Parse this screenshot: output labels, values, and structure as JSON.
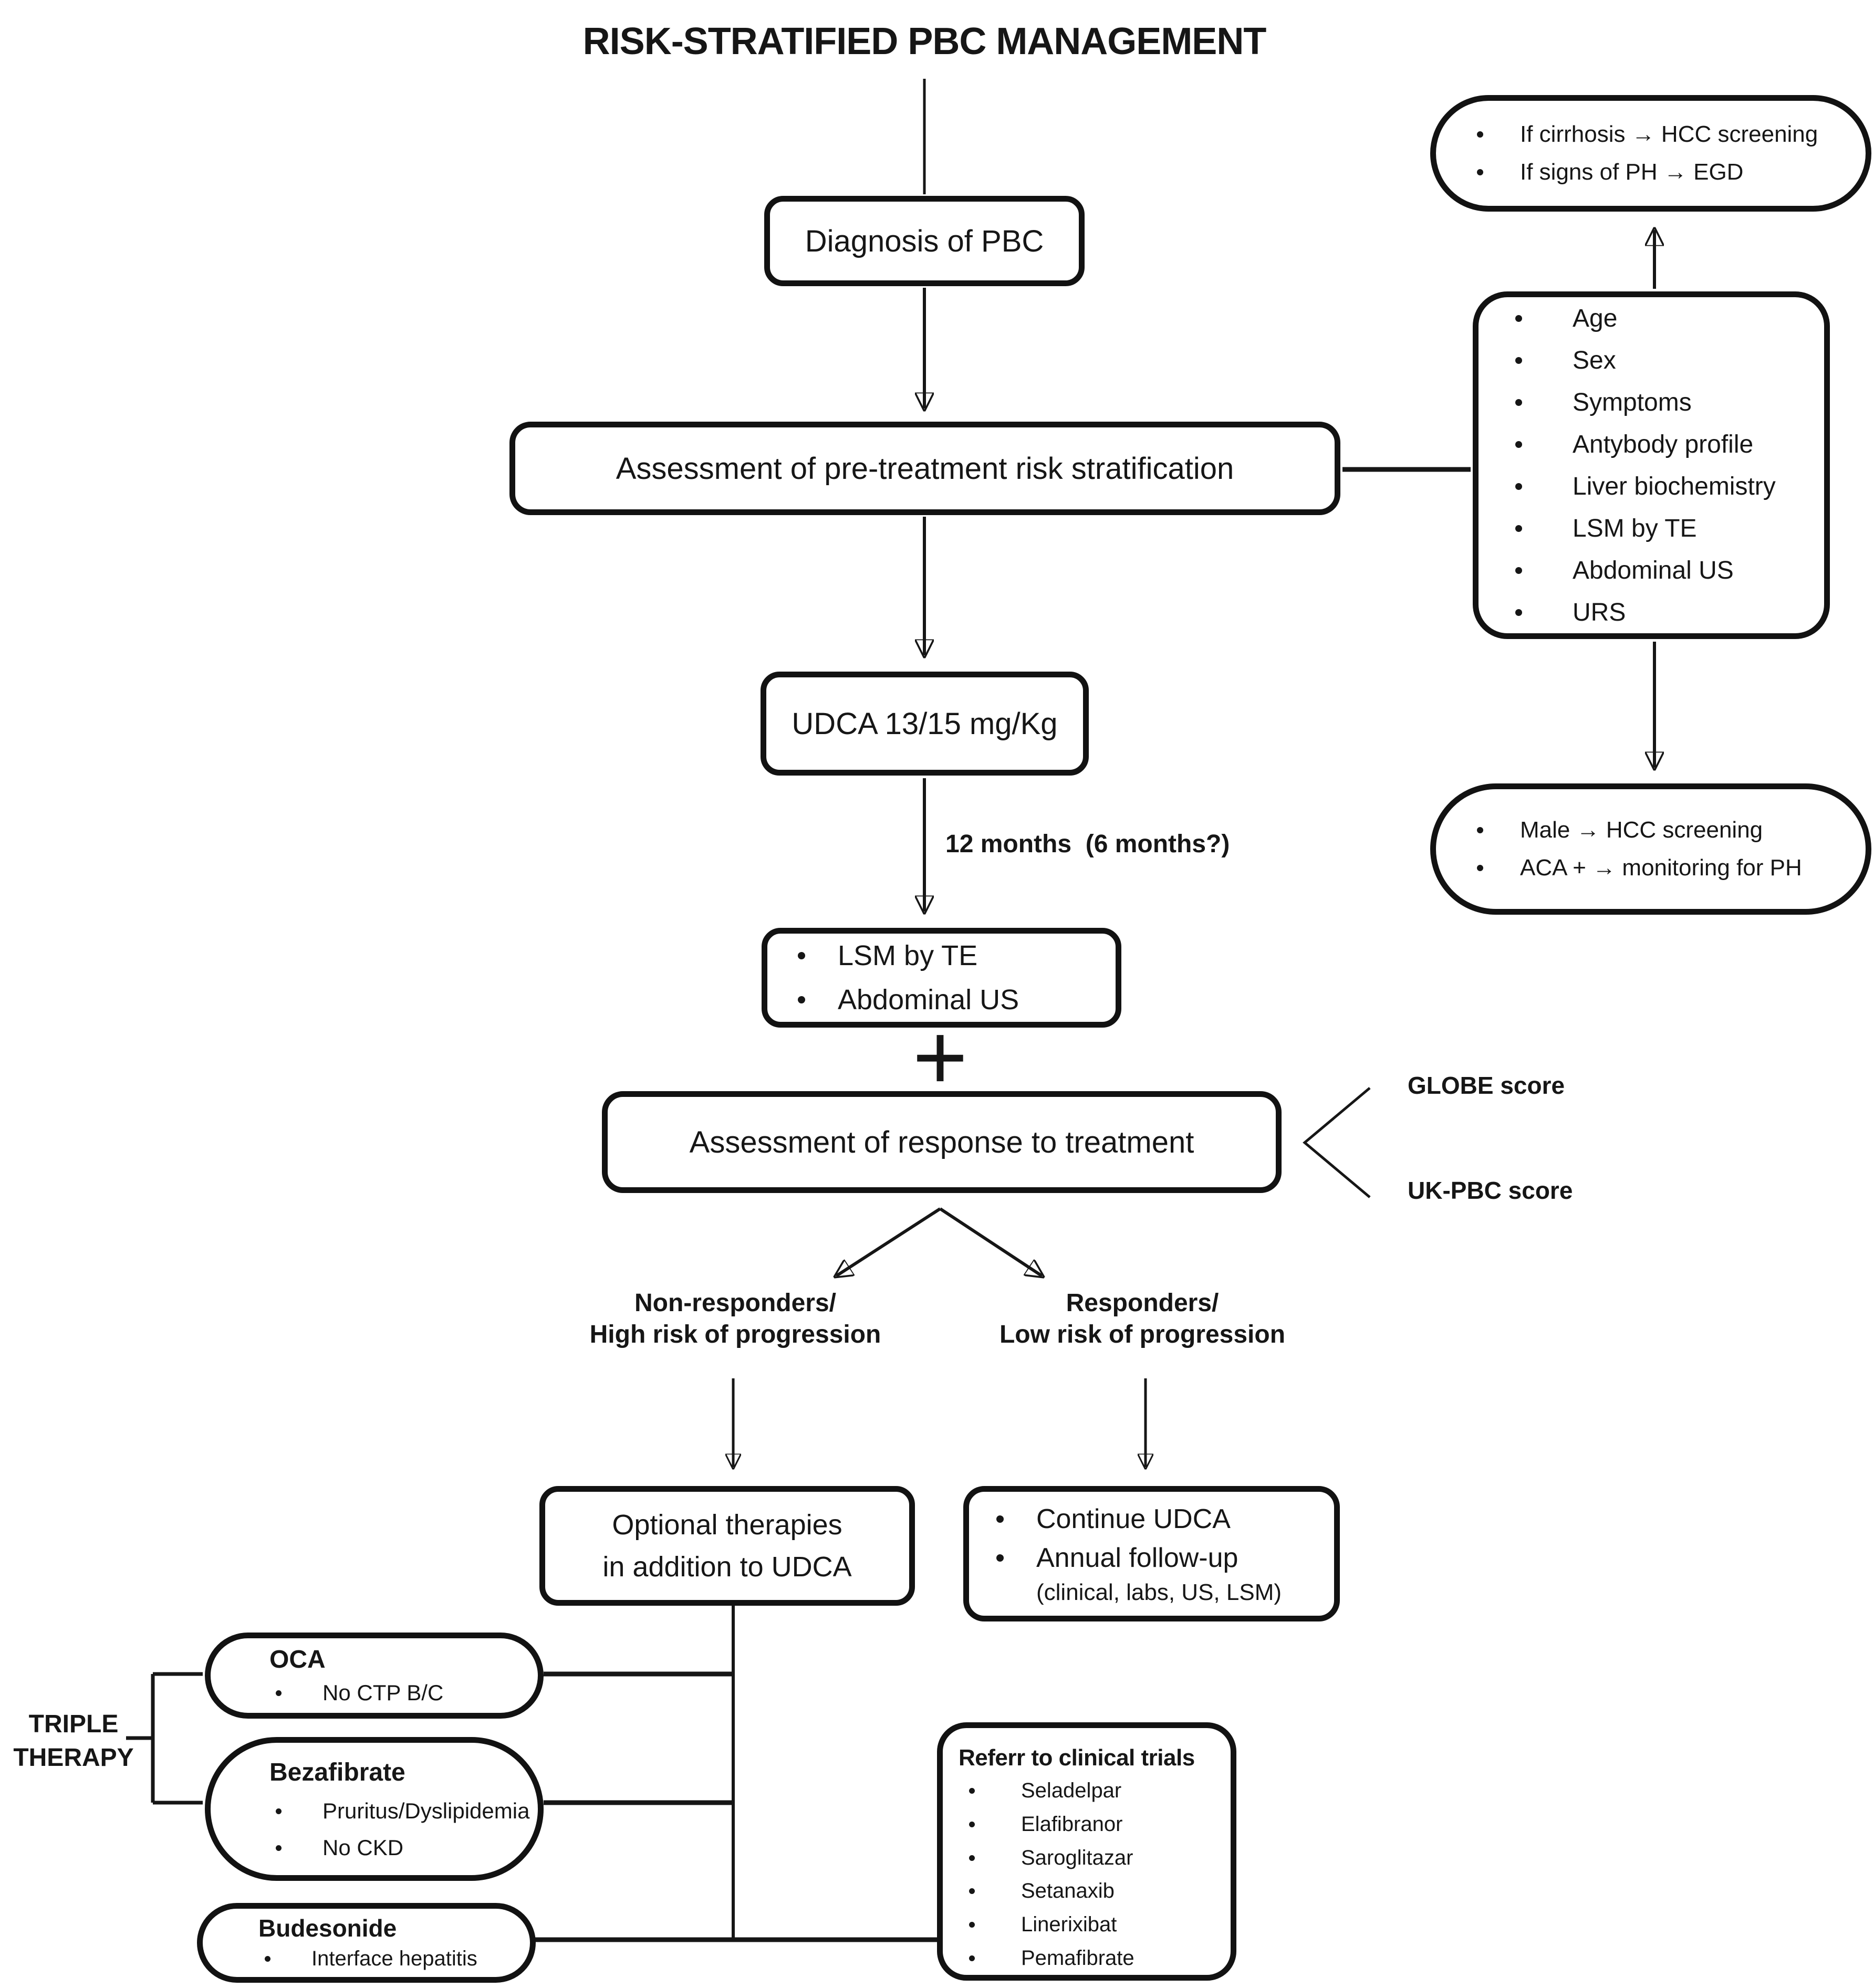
{
  "title": "RISK-STRATIFIED PBC MANAGEMENT",
  "flow": {
    "diagnosis": "Diagnosis of PBC",
    "pretreatment_assessment": "Assessment of pre-treatment risk stratification",
    "udca": "UDCA 13/15 mg/Kg",
    "interval": "12 months  (6 months?)",
    "monitoring_items": [
      "LSM by TE",
      "Abdominal US"
    ],
    "plus": "+",
    "response_assessment": "Assessment of response to treatment",
    "scores": {
      "globe": "GLOBE score",
      "ukpbc": "UK-PBC score"
    },
    "branch_left": {
      "line1": "Non-responders/",
      "line2": "High risk of progression"
    },
    "branch_right": {
      "line1": "Responders/",
      "line2": "Low risk of progression"
    },
    "optional_therapies": {
      "line1": "Optional therapies",
      "line2": "in addition to UDCA"
    },
    "responders_plan": {
      "items": [
        "Continue UDCA",
        "Annual follow-up"
      ],
      "note": "(clinical, labs, US, LSM)"
    }
  },
  "side": {
    "cirrhosis": {
      "items": [
        "If cirrhosis → HCC screening",
        "If signs of PH → EGD"
      ]
    },
    "pretreatment_criteria": {
      "items": [
        "Age",
        "Sex",
        "Symptoms",
        "Antybody profile",
        "Liver biochemistry",
        "LSM by TE",
        "Abdominal US",
        "URS"
      ]
    },
    "male_aca": {
      "items": [
        "Male → HCC screening",
        "ACA + → monitoring for PH"
      ]
    }
  },
  "therapies": {
    "group_label": {
      "line1": "TRIPLE",
      "line2": "THERAPY"
    },
    "oca": {
      "title": "OCA",
      "items": [
        "No CTP B/C"
      ]
    },
    "bezafibrate": {
      "title": "Bezafibrate",
      "items": [
        "Pruritus/Dyslipidemia",
        "No CKD"
      ]
    },
    "budesonide": {
      "title": "Budesonide",
      "items": [
        "Interface hepatitis"
      ]
    },
    "clinical_trials": {
      "title": "Referr to clinical trials",
      "items": [
        "Seladelpar",
        "Elafibranor",
        "Saroglitazar",
        "Setanaxib",
        "Linerixibat",
        "Pemafibrate"
      ]
    }
  },
  "colors": {
    "ink": "#161616",
    "background": "#ffffff"
  }
}
